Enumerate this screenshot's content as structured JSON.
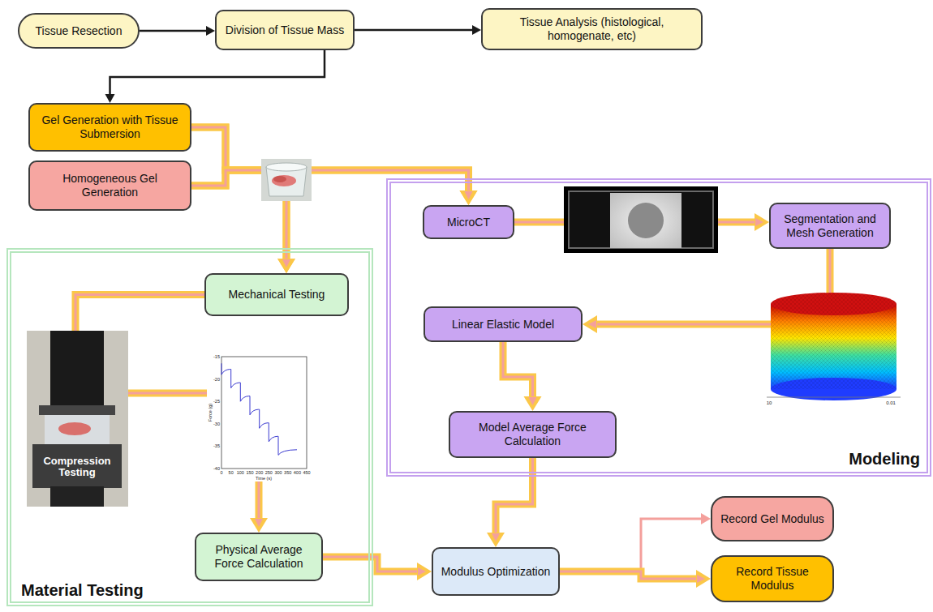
{
  "diagram": {
    "nodes": [
      {
        "text": [
          "Tissue Resection"
        ]
      },
      {
        "text": [
          "Division of Tissue Mass"
        ]
      },
      {
        "text": [
          "Tissue Analysis (histological, homogenate, etc)"
        ]
      },
      {
        "text": [
          "Gel Generation with Tissue Submersion"
        ]
      },
      {
        "text": [
          "Homogeneous Gel Generation"
        ]
      },
      {
        "text": [
          "Modeling"
        ]
      },
      {
        "text": [
          "MicroCT"
        ],
        "in": 5
      },
      {
        "text": [
          "Segmentation and Mesh Generation"
        ],
        "in": 5
      },
      {
        "text": [
          "Linear Elastic Model"
        ],
        "in": 5
      },
      {
        "text": [
          "Model Average Force Calculation"
        ],
        "in": 5
      },
      {
        "text": [
          "Material Testing"
        ]
      },
      {
        "text": [
          "Mechanical Testing"
        ],
        "in": 10
      },
      {
        "text": [
          "Physical Average Force Calculation"
        ],
        "in": 10
      },
      {
        "text": [
          "Modulus Optimization"
        ]
      },
      {
        "text": [
          "Record Gel Modulus"
        ]
      },
      {
        "text": [
          "Record Tissue Modulus"
        ]
      }
    ],
    "edges": [
      {
        "from": 0,
        "to": 1,
        "arrow": "to"
      },
      {
        "from": 1,
        "to": 2,
        "arrow": "to"
      },
      {
        "from": 1,
        "to": 3,
        "arrow": "to"
      },
      {
        "from": 3,
        "to": 6,
        "arrow": "to"
      },
      {
        "from": 3,
        "to": 11,
        "arrow": "to"
      },
      {
        "from": 4,
        "to": 6,
        "arrow": "to"
      },
      {
        "from": 4,
        "to": 11,
        "arrow": "to"
      },
      {
        "from": 6,
        "to": 7,
        "arrow": "to"
      },
      {
        "from": 7,
        "to": 8,
        "arrow": "to"
      },
      {
        "from": 8,
        "to": 9,
        "arrow": "to"
      },
      {
        "from": 9,
        "to": 13,
        "arrow": "to"
      },
      {
        "from": 11,
        "to": 12,
        "arrow": "to"
      },
      {
        "from": 12,
        "to": 13,
        "arrow": "to"
      },
      {
        "from": 13,
        "to": 14,
        "arrow": "to"
      },
      {
        "from": 13,
        "to": 15,
        "arrow": "to"
      }
    ],
    "labels": [
      "Compression Testing",
      "-15",
      "-20",
      "-25",
      "-30",
      "-35",
      "-40",
      "0",
      "50",
      "100",
      "150",
      "200",
      "250",
      "300",
      "350",
      "400",
      "450",
      "Force (g)",
      "Time (s)",
      "10",
      "0.01"
    ]
  }
}
